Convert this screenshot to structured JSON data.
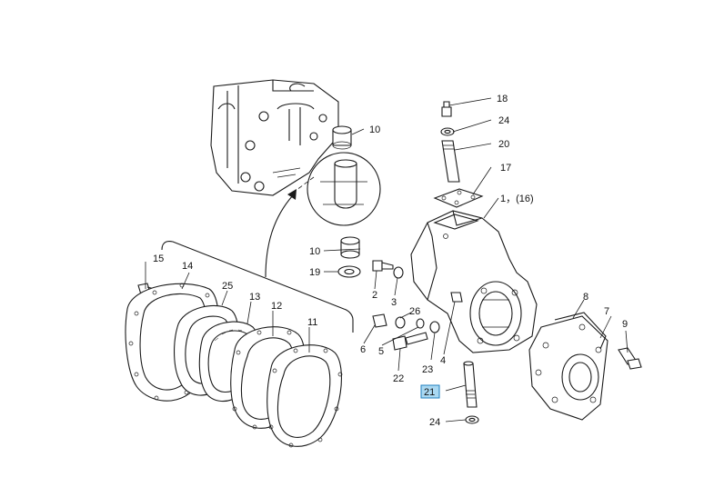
{
  "labels": {
    "p18": "18",
    "p24_top": "24",
    "p20": "20",
    "p17": "17",
    "p1": "1，(16)",
    "p10_top": "10",
    "p10_mid": "10",
    "p19": "19",
    "p15": "15",
    "p14": "14",
    "p25": "25",
    "p13": "13",
    "p12": "12",
    "p11": "11",
    "p2": "2",
    "p3": "3",
    "p26": "26",
    "p6": "6",
    "p5": "5",
    "p4": "4",
    "p22": "22",
    "p23": "23",
    "p21": "21",
    "p24_bottom": "24",
    "p8": "8",
    "p7": "7",
    "p9": "9"
  },
  "highlight": {
    "color": "#a9d8f2",
    "border": "#1f7fbf",
    "part": "21"
  }
}
